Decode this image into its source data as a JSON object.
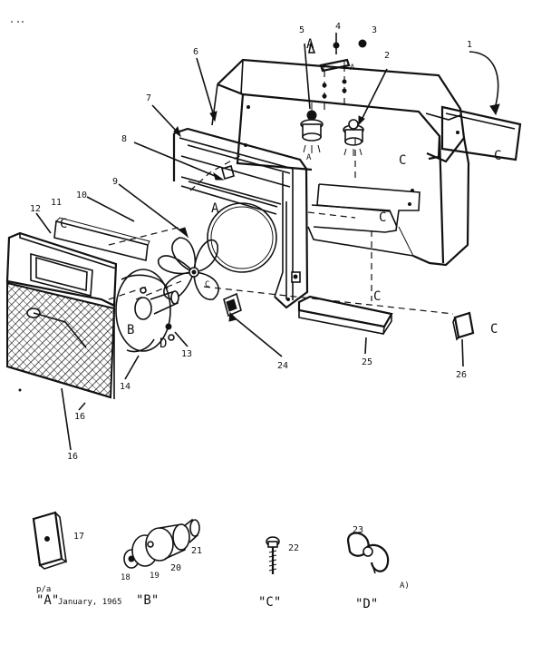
{
  "diagram": {
    "part_numbers": {
      "p1": "1",
      "p2": "2",
      "p3": "3",
      "p4": "4",
      "p5": "5",
      "p6": "6",
      "p7": "7",
      "p8": "8",
      "p9": "9",
      "p10": "10",
      "p11": "11",
      "p12": "12",
      "p13": "13",
      "p14": "14",
      "p16": "16",
      "p16b": "16",
      "p17": "17",
      "p18": "18",
      "p19": "19",
      "p20": "20",
      "p21": "21",
      "p22": "22",
      "p23": "23",
      "p24": "24",
      "p25": "25",
      "p26": "26"
    },
    "view_refs": {
      "a_top": "A",
      "c_top1": "C",
      "c_top2": "C",
      "c_side": "C",
      "c_mid": "C",
      "c_small": "C",
      "a_mid": "A",
      "b_mid": "B",
      "d_mid": "D",
      "c_right": "C",
      "c_wall": "C"
    },
    "detail_labels": {
      "a": "\"A\"",
      "b": "\"B\"",
      "c": "\"C\"",
      "d": "\"D\""
    },
    "date_text": "January, 1965",
    "small_marks": {
      "a_prefix": "p/a",
      "aj": "A)",
      "a_under": "A",
      "ak": "A"
    }
  }
}
